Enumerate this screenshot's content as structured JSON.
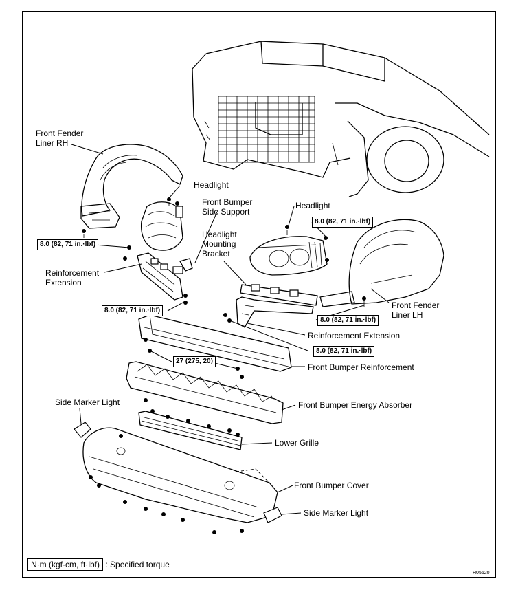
{
  "labels": {
    "front_fender_liner_rh": [
      "Front Fender",
      "Liner RH"
    ],
    "headlight_left": "Headlight",
    "front_bumper_side_support": [
      "Front Bumper",
      "Side Support"
    ],
    "headlight_right": "Headlight",
    "headlight_mounting_bracket": [
      "Headlight",
      "Mounting",
      "Bracket"
    ],
    "reinforcement_extension_left": [
      "Reinforcement",
      "Extension"
    ],
    "front_fender_liner_lh": [
      "Front Fender",
      "Liner LH"
    ],
    "reinforcement_extension_right": "Reinforcement Extension",
    "front_bumper_reinforcement": "Front Bumper Reinforcement",
    "side_marker_light_left": "Side Marker Light",
    "front_bumper_energy_absorber": "Front Bumper Energy Absorber",
    "lower_grille": "Lower Grille",
    "front_bumper_cover": "Front Bumper Cover",
    "side_marker_light_right": "Side Marker Light"
  },
  "torque_specs": {
    "headlight_left": "8.0 (82, 71 in.·lbf)",
    "reinforcement_ext_left": "8.0 (82, 71 in.·lbf)",
    "headlight_right": "8.0 (82, 71 in.·lbf)",
    "fender_liner_lh": "8.0 (82, 71 in.·lbf)",
    "reinforcement_ext_right": "8.0 (82, 71 in.·lbf)",
    "bumper_reinforcement": "27 (275, 20)"
  },
  "legend": {
    "unit": "N·m (kgf·cm, ft·lbf)",
    "text": ": Specified torque"
  },
  "figure_code": "H05520"
}
